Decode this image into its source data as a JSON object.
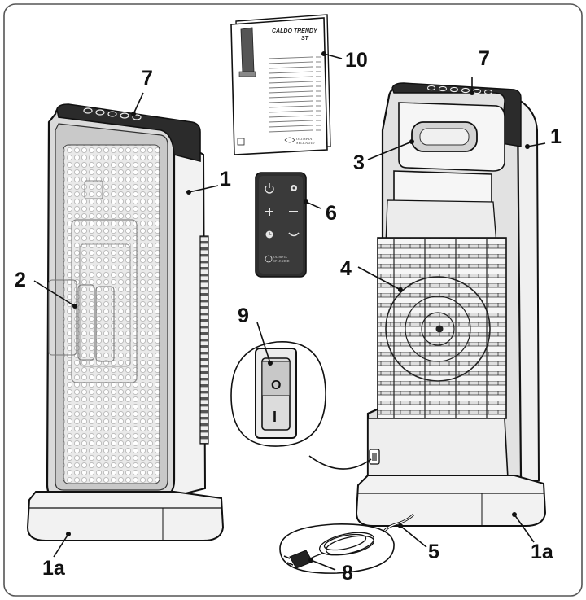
{
  "manual": {
    "title_line1": "CALDO TRENDY",
    "title_line2": "ST",
    "logo_line1": "OLIMPIA",
    "logo_line2": "SPLENDID"
  },
  "remote": {
    "logo_line1": "OLIMPIA",
    "logo_line2": "SPLENDID"
  },
  "switch": {
    "off_mark": "O",
    "on_mark": "I"
  },
  "callouts": {
    "main_body_left": "1",
    "main_body_right": "1",
    "base_left": "1a",
    "base_right": "1a",
    "front_grille": "2",
    "handle": "3",
    "rear_grille": "4",
    "power_cord": "5",
    "remote_control": "6",
    "control_panel_left": "7",
    "control_panel_right": "7",
    "plug": "8",
    "power_switch": "9",
    "instruction_manual": "10"
  },
  "colors": {
    "outline": "#111111",
    "panel_dark": "#2b2b2b",
    "body_light": "#f4f4f4",
    "body_gray": "#d9d9d9",
    "grille_dot": "#bdbdbd"
  }
}
